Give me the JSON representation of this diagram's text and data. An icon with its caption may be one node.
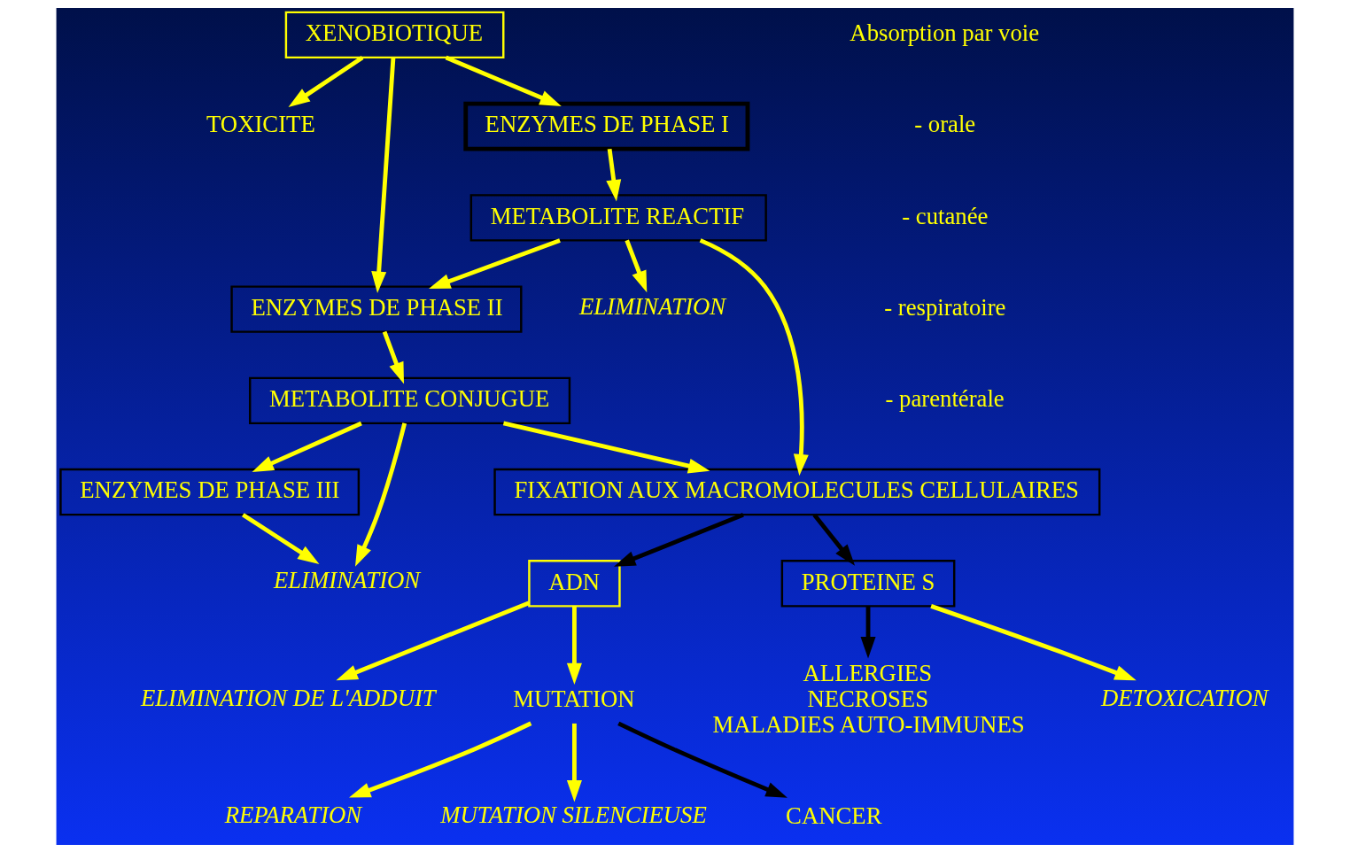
{
  "diagram": {
    "nodes": [
      {
        "text": [
          "XENOBIOTIQUE"
        ]
      },
      {
        "text": [
          "TOXICITE"
        ]
      },
      {
        "text": [
          "ENZYMES DE PHASE I"
        ]
      },
      {
        "text": [
          "METABOLITE REACTIF"
        ]
      },
      {
        "text": [
          "ENZYMES DE PHASE II"
        ]
      },
      {
        "text": [
          "METABOLITE CONJUGUE"
        ]
      },
      {
        "text": [
          "ENZYMES DE PHASE III"
        ]
      },
      {
        "text": [
          "ELIMINATION"
        ]
      },
      {
        "text": [
          "FIXATION AUX MACROMOLECULES CELLULAIRES"
        ]
      },
      {
        "text": [
          "ELIMINATION"
        ]
      },
      {
        "text": [
          "ADN"
        ]
      },
      {
        "text": [
          "ELIMINATION DE L'ADDUIT"
        ]
      },
      {
        "text": [
          "MUTATION"
        ]
      },
      {
        "text": [
          "REPARATION"
        ]
      },
      {
        "text": [
          "MUTATION SILENCIEUSE"
        ]
      },
      {
        "text": [
          "CANCER"
        ]
      },
      {
        "text": [
          "PROTEINE S"
        ]
      },
      {
        "text": [
          "ALLERGIES",
          "NECROSES",
          "MALADIES AUTO-IMMUNES"
        ]
      },
      {
        "text": [
          "DETOXICATION"
        ]
      }
    ],
    "edges": [
      {
        "from": 0,
        "to": 1,
        "arrow": "to"
      },
      {
        "from": 0,
        "to": 2,
        "arrow": "to"
      },
      {
        "from": 0,
        "to": 4,
        "arrow": "to"
      },
      {
        "from": 2,
        "to": 3,
        "arrow": "to"
      },
      {
        "from": 3,
        "to": 4,
        "arrow": "to"
      },
      {
        "from": 3,
        "to": 7,
        "arrow": "to"
      },
      {
        "from": 3,
        "to": 8,
        "arrow": "to"
      },
      {
        "from": 4,
        "to": 5,
        "arrow": "to"
      },
      {
        "from": 5,
        "to": 6,
        "arrow": "to"
      },
      {
        "from": 5,
        "to": 8,
        "arrow": "to"
      },
      {
        "from": 5,
        "to": 9,
        "arrow": "to"
      },
      {
        "from": 6,
        "to": 9,
        "arrow": "to"
      },
      {
        "from": 8,
        "to": 10,
        "arrow": "to",
        "color": "#000000"
      },
      {
        "from": 8,
        "to": 16,
        "arrow": "to",
        "color": "#000000"
      },
      {
        "from": 10,
        "to": 11,
        "arrow": "to"
      },
      {
        "from": 10,
        "to": 12,
        "arrow": "to"
      },
      {
        "from": 12,
        "to": 13,
        "arrow": "to"
      },
      {
        "from": 12,
        "to": 14,
        "arrow": "to"
      },
      {
        "from": 12,
        "to": 15,
        "arrow": "to",
        "color": "#000000"
      },
      {
        "from": 16,
        "to": 17,
        "arrow": "to",
        "color": "#000000"
      },
      {
        "from": 16,
        "to": 18,
        "arrow": "to"
      }
    ],
    "labels": [
      "Absorption par voie",
      "- orale",
      "- cutanée",
      "- respiratoire",
      "- parentérale"
    ]
  }
}
